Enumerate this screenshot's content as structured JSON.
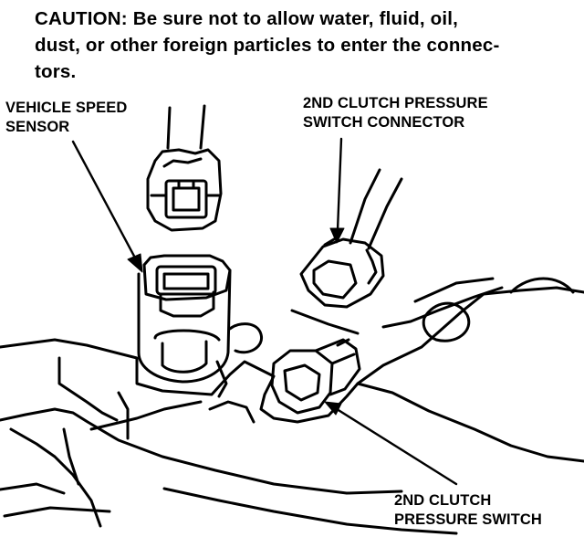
{
  "caution": {
    "lines": [
      "CAUTION:  Be sure not to allow water, fluid, oil,",
      "dust, or other foreign particles to enter the connec-",
      "tors."
    ]
  },
  "labels": {
    "vehicle_speed_sensor": [
      "VEHICLE SPEED",
      "SENSOR"
    ],
    "clutch_pressure_switch_connector": [
      "2ND CLUTCH PRESSURE",
      "SWITCH CONNECTOR"
    ],
    "clutch_pressure_switch": [
      "2ND CLUTCH",
      "PRESSURE SWITCH"
    ]
  }
}
